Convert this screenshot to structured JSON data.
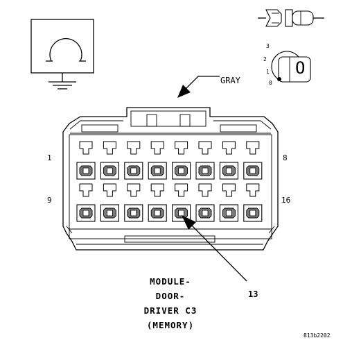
{
  "connector": {
    "color_label": "GRAY",
    "pin_labels": {
      "top_left": "1",
      "top_right": "8",
      "bottom_left": "9",
      "bottom_right": "16"
    },
    "callout_pin": "13",
    "title_lines": [
      "MODULE-",
      "DOOR-",
      "DRIVER C3",
      "(MEMORY)"
    ]
  },
  "key_scale": [
    "3",
    "2",
    "1",
    "0"
  ],
  "key_letter": "O",
  "figure_id": "813b2202"
}
